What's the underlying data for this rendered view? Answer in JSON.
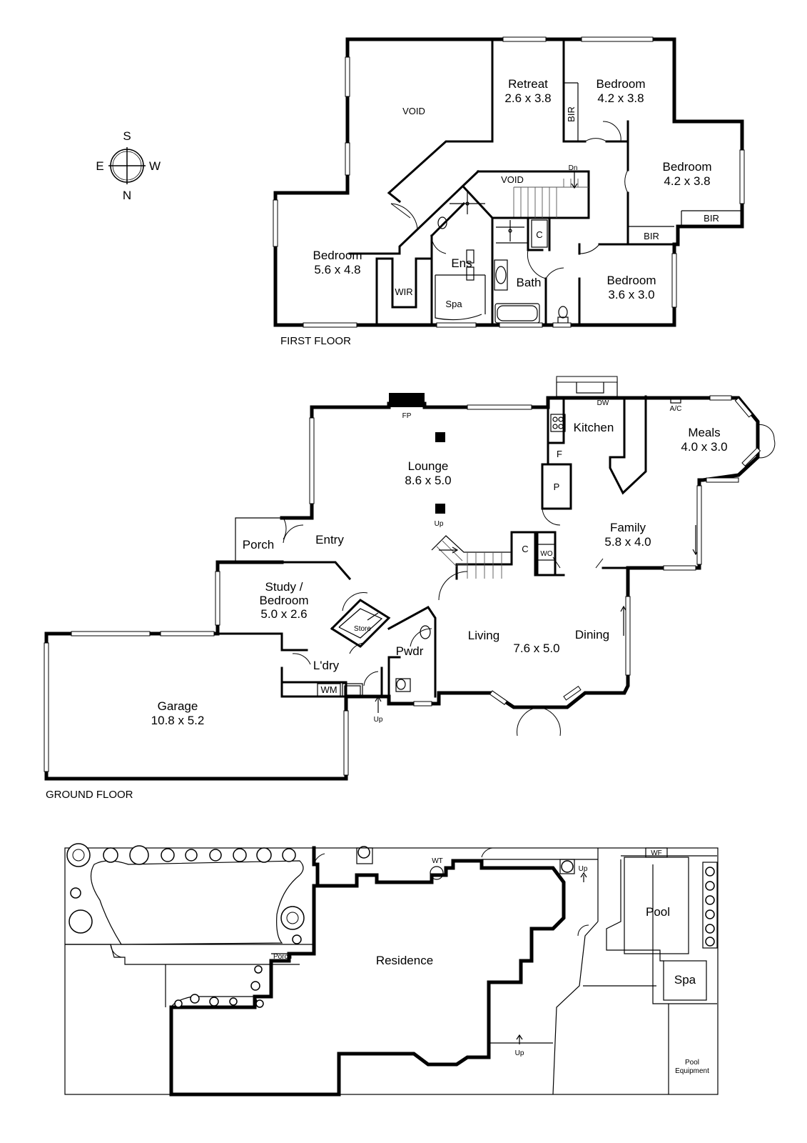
{
  "compass": {
    "s": "S",
    "e": "E",
    "w": "W",
    "n": "N"
  },
  "first_floor": {
    "label": "FIRST FLOOR",
    "void_main": "VOID",
    "void_stair": "VOID",
    "dn": "Dn",
    "retreat": {
      "name": "Retreat",
      "size": "2.6 x 3.8"
    },
    "bedroom_a": {
      "name": "Bedroom",
      "size": "4.2 x 3.8"
    },
    "bedroom_b": {
      "name": "Bedroom",
      "size": "4.2 x 3.8"
    },
    "bedroom_c": {
      "name": "Bedroom",
      "size": "5.6 x 4.8"
    },
    "bedroom_d": {
      "name": "Bedroom",
      "size": "3.6 x 3.0"
    },
    "bir_1": "BIR",
    "bir_2": "BIR",
    "bir_3": "BIR",
    "wir": "WIR",
    "ens": "Ens",
    "spa": "Spa",
    "bath": "Bath",
    "c": "C"
  },
  "ground_floor": {
    "label": "GROUND FLOOR",
    "fp": "FP",
    "lounge": {
      "name": "Lounge",
      "size": "8.6 x 5.0"
    },
    "kitchen": "Kitchen",
    "dw": "DW",
    "ac": "A/C",
    "meals": {
      "name": "Meals",
      "size": "4.0 x 3.0"
    },
    "f": "F",
    "p": "P",
    "family": {
      "name": "Family",
      "size": "5.8 x 4.0"
    },
    "porch": "Porch",
    "entry": "Entry",
    "up_stair": "Up",
    "c": "C",
    "wo": "WO",
    "study": {
      "line1": "Study /",
      "line2": "Bedroom",
      "size": "5.0 x 2.6"
    },
    "store": "Store",
    "pwdr": "Pwdr",
    "living": "Living",
    "living_size": "7.6 x 5.0",
    "dining": "Dining",
    "ldry": "L'dry",
    "wm": "WM",
    "up_ldry": "Up",
    "garage": {
      "name": "Garage",
      "size": "10.8 x 5.2"
    }
  },
  "site": {
    "wt": "WT",
    "up_1": "Up",
    "up_2": "Up",
    "wf": "WF",
    "pool": "Pool",
    "spa": "Spa",
    "porch": "Porch",
    "residence": "Residence",
    "pool_equipment_1": "Pool",
    "pool_equipment_2": "Equipment"
  }
}
